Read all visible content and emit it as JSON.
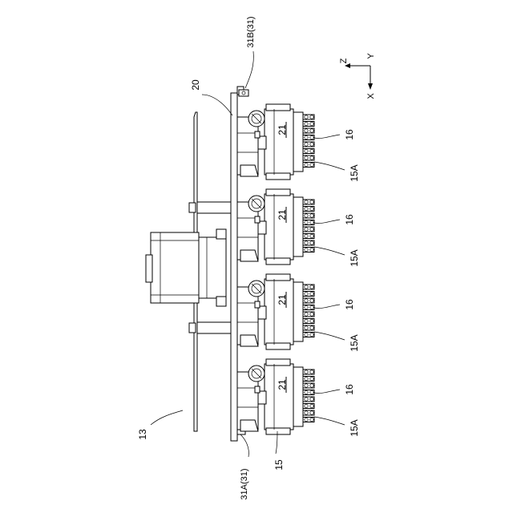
{
  "axes": {
    "x": "X",
    "y": "Y",
    "z": "Z"
  },
  "refs": {
    "ref_13": "13",
    "ref_15": "15",
    "ref_20": "20",
    "ref_31A": "31A(31)",
    "ref_31B": "31B(31)",
    "ref_21": "21",
    "ref_16": "16",
    "ref_15A": "15A"
  },
  "modules": [
    {
      "id": "module-1",
      "label_21": "21",
      "label_16": "16",
      "label_15A": "15A"
    },
    {
      "id": "module-2",
      "label_21": "21",
      "label_16": "16",
      "label_15A": "15A"
    },
    {
      "id": "module-3",
      "label_21": "21",
      "label_16": "16",
      "label_15A": "15A"
    },
    {
      "id": "module-4",
      "label_21": "21",
      "label_16": "16",
      "label_15A": "15A"
    }
  ]
}
